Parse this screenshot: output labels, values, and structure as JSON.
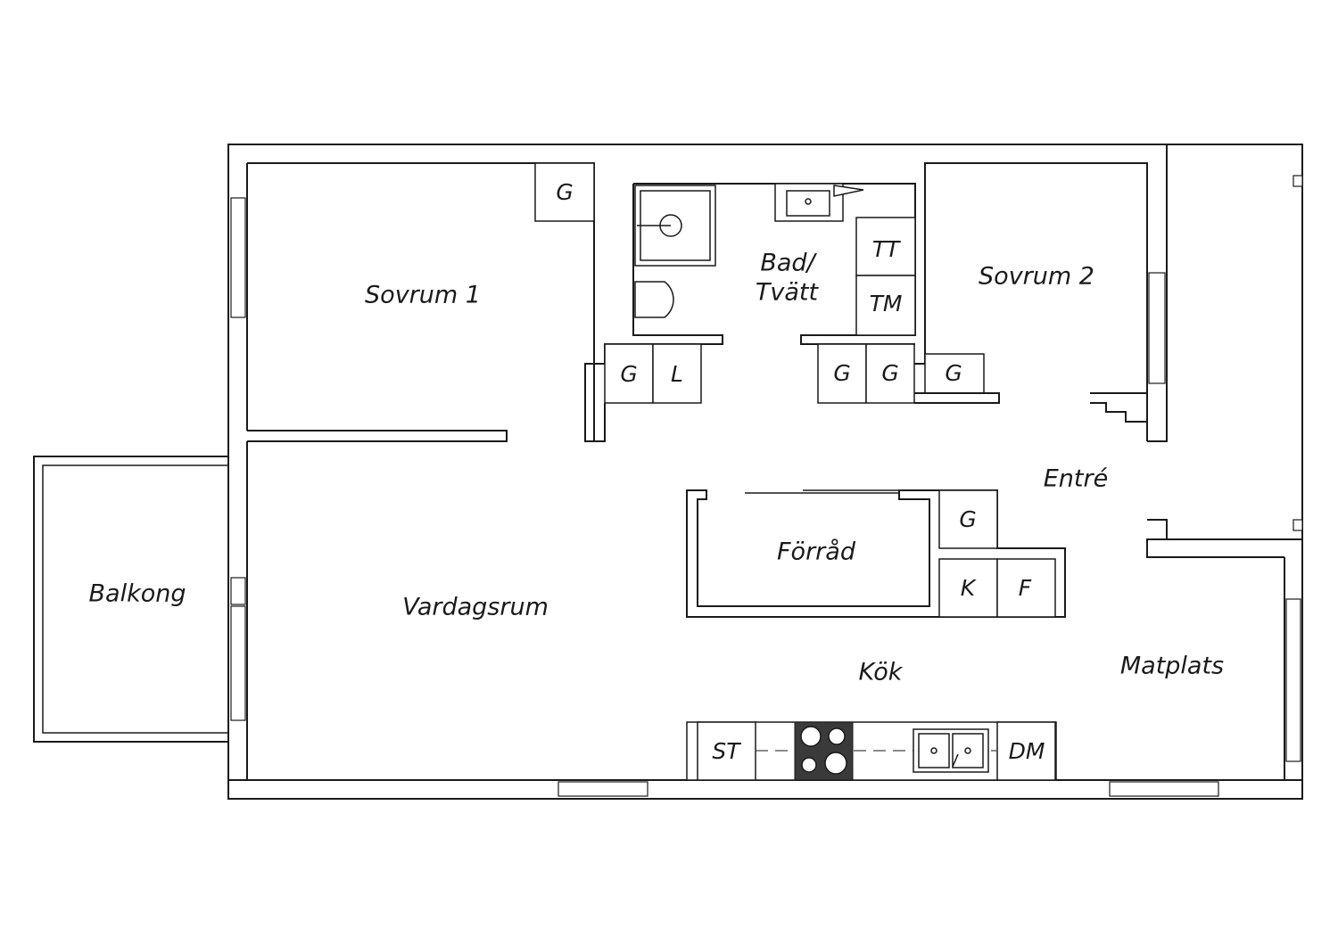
{
  "rooms": {
    "sovrum1": "Sovrum 1",
    "sovrum2": "Sovrum 2",
    "bad": "Bad/",
    "tvatt": "Tvätt",
    "entre": "Entré",
    "forrad": "Förråd",
    "balkong": "Balkong",
    "vardagsrum": "Vardagsrum",
    "kok": "Kök",
    "matplats": "Matplats"
  },
  "units": {
    "wardrobe": "G",
    "linen": "L",
    "dryer": "TT",
    "washer": "TM",
    "fridge": "K",
    "freezer": "F",
    "oven": "ST",
    "dishwasher": "DM"
  },
  "colors": {
    "line": "#1a1a1a",
    "background": "#ffffff",
    "hob": "#3a3a3a"
  }
}
